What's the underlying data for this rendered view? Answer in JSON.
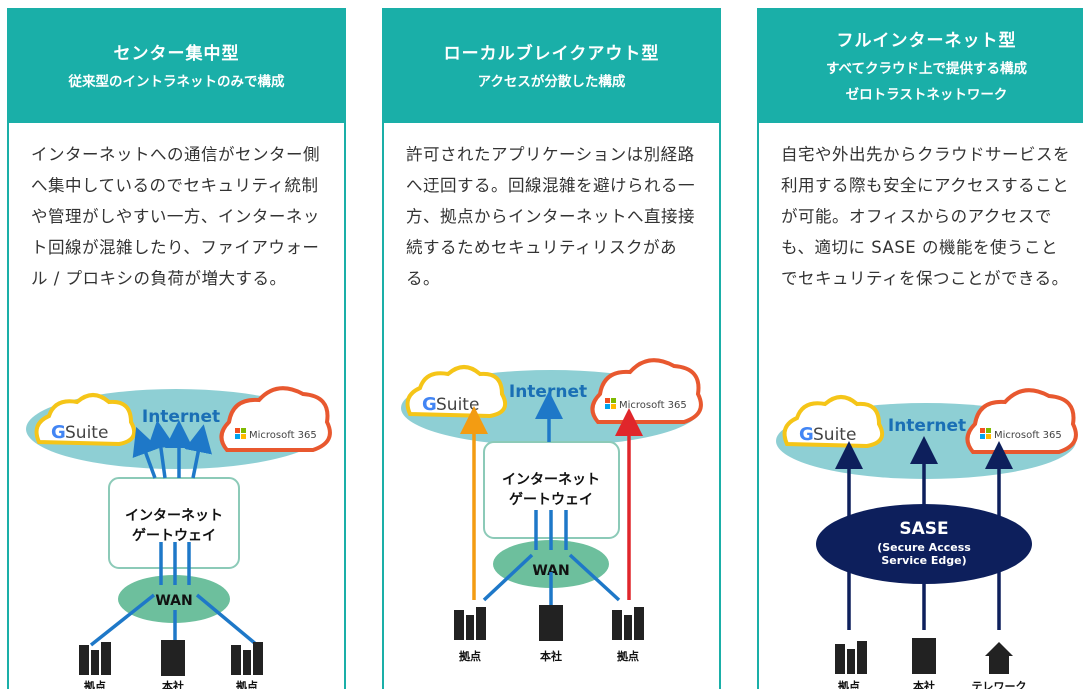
{
  "columns": [
    {
      "title": "センター集中型",
      "subtitle": [
        "従来型のイントラネットのみで構成"
      ],
      "description": "インターネットへの通信がセンター側へ集中しているのでセキュリティ統制や管理がしやすい一方、インターネット回線が混雑したり、ファイアウォール / プロキシの負荷が増大する。",
      "diagram": {
        "internet": "Internet",
        "gsuite": "Suite",
        "microsoft": "Microsoft 365",
        "gateway": [
          "インターネット",
          "ゲートウェイ"
        ],
        "wan": "WAN",
        "sites": [
          "拠点",
          "本社",
          "拠点"
        ]
      }
    },
    {
      "title": "ローカルブレイクアウト型",
      "subtitle": [
        "アクセスが分散した構成"
      ],
      "description": "許可されたアプリケーションは別経路へ迂回する。回線混雑を避けられる一方、拠点からインターネットへ直接接続するためセキュリティリスクがある。",
      "diagram": {
        "internet": "Internet",
        "gsuite": "Suite",
        "microsoft": "Microsoft 365",
        "gateway": [
          "インターネット",
          "ゲートウェイ"
        ],
        "wan": "WAN",
        "sites": [
          "拠点",
          "本社",
          "拠点"
        ]
      }
    },
    {
      "title": "フルインターネット型",
      "subtitle": [
        "すべてクラウド上で提供する構成",
        "ゼロトラストネットワーク"
      ],
      "description": "自宅や外出先からクラウドサービスを利用する際も安全にアクセスすることが可能。オフィスからのアクセスでも、適切に SASE の機能を使うことでセキュリティを保つことができる。",
      "diagram": {
        "internet": "Internet",
        "gsuite": "Suite",
        "microsoft": "Microsoft 365",
        "sase": "SASE",
        "sase_sub": [
          "(Secure Access",
          "Service Edge)"
        ],
        "sites": [
          "拠点",
          "本社",
          "テレワーク"
        ]
      }
    }
  ],
  "colors": {
    "teal": "#1aafa8",
    "cloud": "#8ecfd4",
    "wan": "#6dbf9d",
    "arrow_blue": "#1e78c8",
    "arrow_orange": "#f39c12",
    "arrow_red": "#e0262b",
    "navy": "#0d1f5c"
  }
}
